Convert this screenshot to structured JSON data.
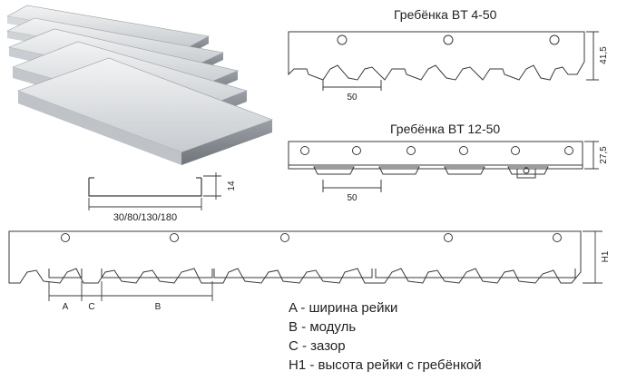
{
  "titles": {
    "bt4": "Гребёнка BT 4-50",
    "bt12": "Гребёнка BT 12-50"
  },
  "dimensions": {
    "bt4_height": "41,5",
    "bt4_pitch": "50",
    "bt12_height": "27,5",
    "bt12_pitch": "50",
    "profile_height": "14",
    "profile_widths": "30/80/130/180",
    "long_height": "H1",
    "label_a": "A",
    "label_c": "C",
    "label_b": "B"
  },
  "legend": [
    "A - ширина рейки",
    "B - модуль",
    "C - зазор",
    "H1 - высота рейки с гребёнкой"
  ],
  "colors": {
    "line": "#3a3a3a",
    "panel_light": "#e6e8ea",
    "panel_mid": "#b9bdc1",
    "panel_dark": "#7d8287"
  }
}
